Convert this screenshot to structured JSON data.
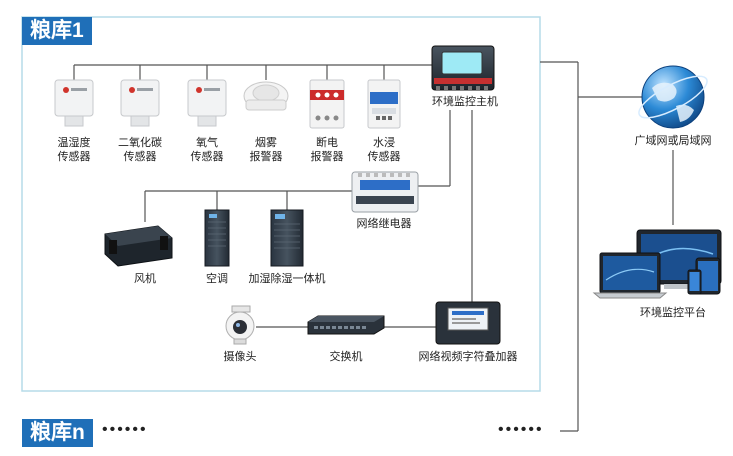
{
  "area1": {
    "title": "粮库1"
  },
  "arean": {
    "title": "粮库n",
    "dots": "••••••"
  },
  "right_dots": "••••••",
  "nodes": {
    "host": "环境监控主机",
    "relay": "网络继电器",
    "fan": "风机",
    "ac": "空调",
    "humid": "加湿除湿一体机",
    "camera": "摄像头",
    "switch": "交换机",
    "overlay": "网络视频字符叠加器",
    "wan": "广域网或局域网",
    "platform": "环境监控平台"
  },
  "sensors": [
    {
      "line1": "温湿度",
      "line2": "传感器"
    },
    {
      "line1": "二氧化碳",
      "line2": "传感器"
    },
    {
      "line1": "氧气",
      "line2": "传感器"
    },
    {
      "line1": "烟雾",
      "line2": "报警器"
    },
    {
      "line1": "断电",
      "line2": "报警器"
    },
    {
      "line1": "水浸",
      "line2": "传感器"
    }
  ],
  "colors": {
    "accent": "#1f6fb8",
    "frame": "#b6dbe8",
    "line": "#555555"
  }
}
